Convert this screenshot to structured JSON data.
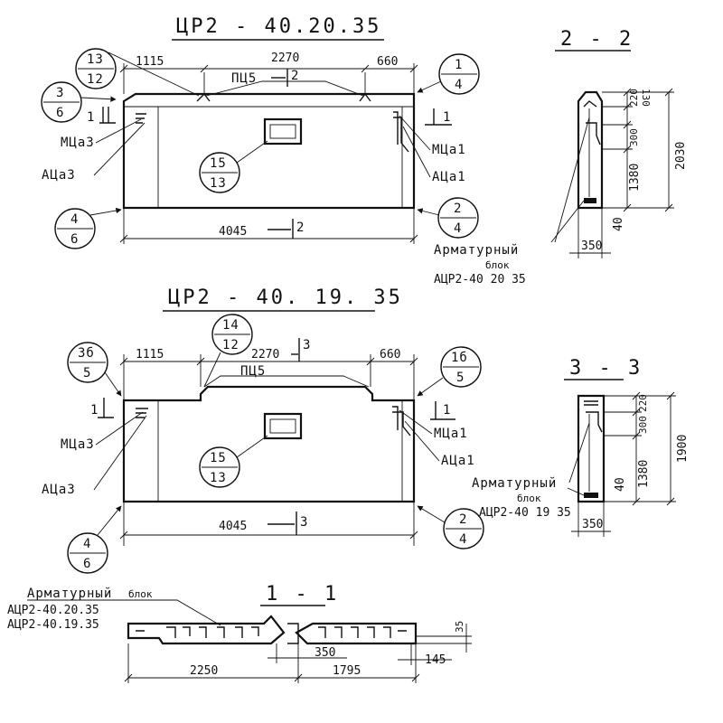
{
  "view_a": {
    "title": "ЦР2 - 40.20.35",
    "bubble_tl": {
      "top": "13",
      "bottom": "12"
    },
    "bubble_left": {
      "top": "3",
      "bottom": "6"
    },
    "bubble_tr": {
      "top": "1",
      "bottom": "4"
    },
    "bubble_bl": {
      "top": "4",
      "bottom": "6"
    },
    "bubble_br": {
      "top": "2",
      "bottom": "4"
    },
    "bubble_center": {
      "top": "15",
      "bottom": "13"
    },
    "dim_left": "1115",
    "dim_mid": "2270",
    "dim_right": "660",
    "dim_total": "4045",
    "loop_label": "ПЦ5",
    "cut_mark": "2",
    "cut_mark_bottom": "2",
    "section_mark_left": "1",
    "section_mark_right": "1",
    "label_mca_left": "МЦа3",
    "label_aca_left": "АЦа3",
    "label_mca_right": "МЦа1",
    "label_aca_right": "АЦа1"
  },
  "view_b": {
    "title": "ЦР2 - 40. 19. 35",
    "bubble_top": {
      "top": "14",
      "bottom": "12"
    },
    "bubble_tl": {
      "top": "3б",
      "bottom": "5"
    },
    "bubble_tr": {
      "top": "1б",
      "bottom": "5"
    },
    "bubble_bl": {
      "top": "4",
      "bottom": "6"
    },
    "bubble_br": {
      "top": "2",
      "bottom": "4"
    },
    "bubble_center": {
      "top": "15",
      "bottom": "13"
    },
    "dim_left": "1115",
    "dim_mid": "2270",
    "dim_right": "660",
    "dim_total": "4045",
    "loop_label": "ПЦ5",
    "cut_mark": "3",
    "cut_mark_bottom": "3",
    "section_mark_left": "1",
    "section_mark_right": "1",
    "label_mca_left": "МЦа3",
    "label_aca_left": "АЦа3",
    "label_mca_right": "МЦа1",
    "label_aca_right": "АЦа1"
  },
  "section_22": {
    "title": "2 - 2",
    "dim_130": "130",
    "dim_220": "220",
    "dim_300": "300",
    "dim_1380": "1380",
    "dim_2030": "2030",
    "dim_40": "40",
    "dim_350": "350",
    "label_line1": "Арматурный",
    "label_line2": "блок",
    "label_line3": "АЦР2-40 20 35"
  },
  "section_33": {
    "title": "3 - 3",
    "dim_220": "220",
    "dim_300": "300",
    "dim_1380": "1380",
    "dim_1900": "1900",
    "dim_40": "40",
    "dim_350": "350",
    "label_line1": "Арматурный",
    "label_line2": "блок",
    "label_line3": "АЦР2-40 19 35"
  },
  "section_11": {
    "title": "1 - 1",
    "label_line1": "Арматурный",
    "label_line1b": "блок",
    "label_line2": "АЦР2-40.20.35",
    "label_line3": "АЦР2-40.19.35",
    "dim_2250": "2250",
    "dim_1795": "1795",
    "dim_350": "350",
    "dim_145": "145",
    "dim_35": "35"
  }
}
